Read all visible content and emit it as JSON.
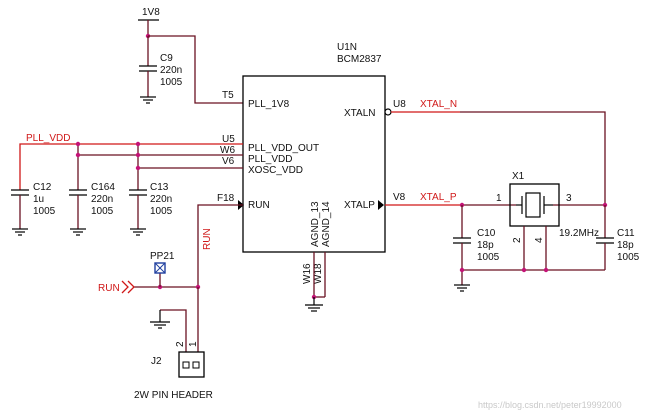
{
  "power": {
    "rail_1v8": "1V8"
  },
  "chip": {
    "ref": "U1N",
    "part": "BCM2837",
    "pins_left": [
      {
        "num": "T5",
        "name": "PLL_1V8"
      },
      {
        "num": "U5",
        "name": "PLL_VDD_OUT"
      },
      {
        "num": "W6",
        "name": "PLL_VDD"
      },
      {
        "num": "V6",
        "name": "XOSC_VDD"
      },
      {
        "num": "F18",
        "name": "RUN"
      }
    ],
    "pins_right": [
      {
        "num": "U8",
        "name": "XTALN"
      },
      {
        "num": "V8",
        "name": "XTALP"
      }
    ],
    "pins_bottom": [
      {
        "num": "W16",
        "name": "AGND_13"
      },
      {
        "num": "W18",
        "name": "AGND_14"
      }
    ]
  },
  "caps": [
    {
      "ref": "C9",
      "value": "220n",
      "size": "1005"
    },
    {
      "ref": "C12",
      "value": "1u",
      "size": "1005"
    },
    {
      "ref": "C164",
      "value": "220n",
      "size": "1005"
    },
    {
      "ref": "C13",
      "value": "220n",
      "size": "1005"
    },
    {
      "ref": "C10",
      "value": "18p",
      "size": "1005"
    },
    {
      "ref": "C11",
      "value": "18p",
      "size": "1005"
    }
  ],
  "nets": {
    "pll_vdd": "PLL_VDD",
    "xtal_n": "XTAL_N",
    "xtal_p": "XTAL_P",
    "run": "RUN",
    "run_port": "RUN"
  },
  "crystal": {
    "ref": "X1",
    "freq": "19.2MHz",
    "pins": [
      "1",
      "3",
      "2",
      "4"
    ]
  },
  "testpoint": {
    "ref": "PP21"
  },
  "header": {
    "ref": "J2",
    "label": "2W PIN HEADER",
    "pins": [
      "2",
      "1"
    ]
  },
  "watermark": "https://blog.csdn.net/peter19992000"
}
